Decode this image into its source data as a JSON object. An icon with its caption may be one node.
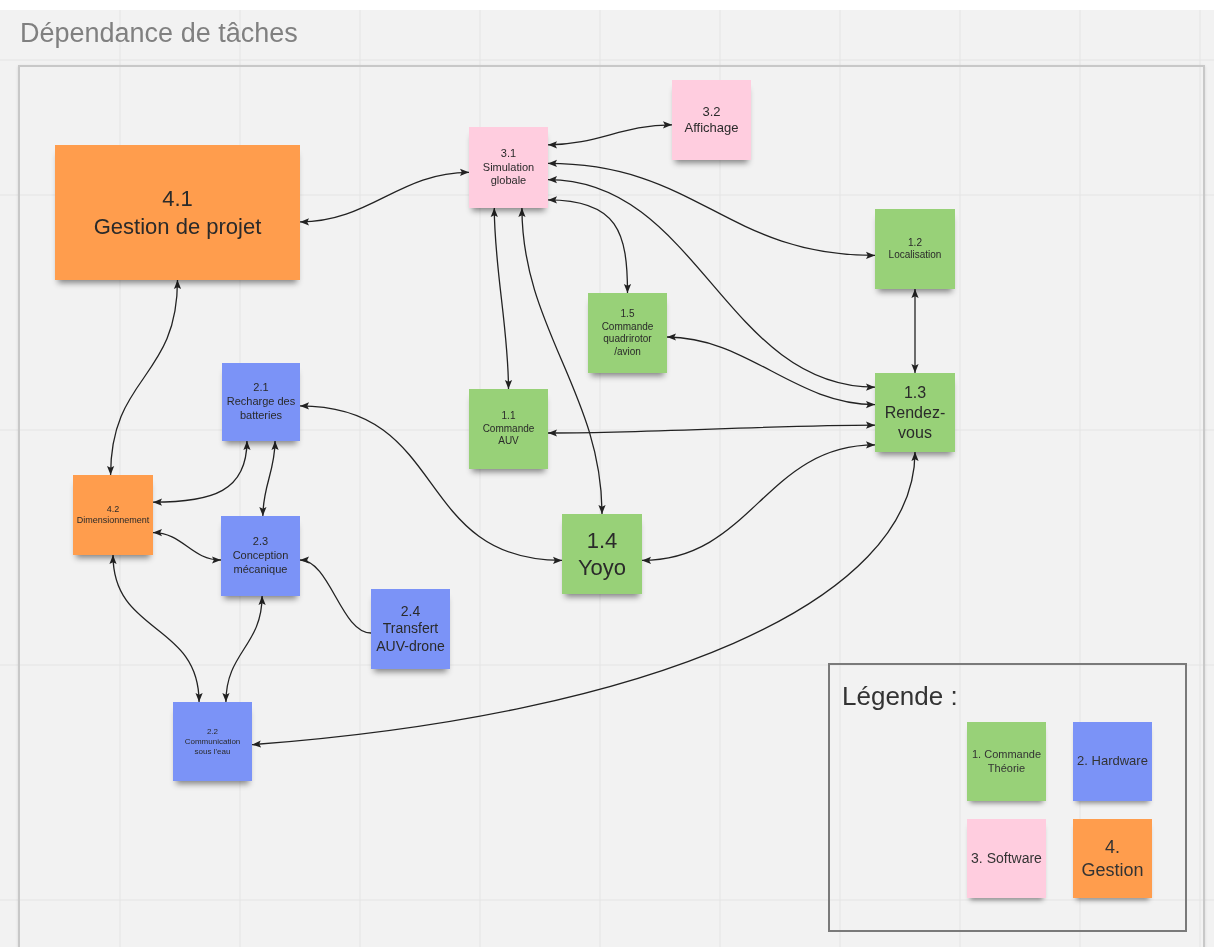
{
  "diagram": {
    "title": "Dépendance de tâches",
    "nodes": [
      {
        "text": [
          "4.1",
          "Gestion de projet"
        ]
      },
      {
        "text": [
          "3.1",
          "Simulation globale"
        ]
      },
      {
        "text": [
          "3.2",
          "Affichage"
        ]
      },
      {
        "text": [
          "1.2",
          "Localisation"
        ]
      },
      {
        "text": [
          "1.5",
          "Commande quadrirotor /avion"
        ]
      },
      {
        "text": [
          "2.1",
          "Recharge des batteries"
        ]
      },
      {
        "text": [
          "1.1",
          "Commande AUV"
        ]
      },
      {
        "text": [
          "1.3",
          "Rendez-vous"
        ]
      },
      {
        "text": [
          "4.2",
          "Dimensionnement"
        ]
      },
      {
        "text": [
          "2.3",
          "Conception mécanique"
        ]
      },
      {
        "text": [
          "1.4",
          "Yoyo"
        ]
      },
      {
        "text": [
          "2.4",
          "Transfert AUV-drone"
        ]
      },
      {
        "text": [
          "2.2",
          "Communication sous l'eau"
        ]
      }
    ],
    "edges": [
      {
        "from": 0,
        "to": 1,
        "arrow": "both"
      },
      {
        "from": 1,
        "to": 2,
        "arrow": "both"
      },
      {
        "from": 1,
        "to": 3,
        "arrow": "both"
      },
      {
        "from": 1,
        "to": 7,
        "arrow": "both"
      },
      {
        "from": 1,
        "to": 4,
        "arrow": "both"
      },
      {
        "from": 1,
        "to": 6,
        "arrow": "both"
      },
      {
        "from": 1,
        "to": 10,
        "arrow": "both"
      },
      {
        "from": 4,
        "to": 7,
        "arrow": "both"
      },
      {
        "from": 6,
        "to": 7,
        "arrow": "both"
      },
      {
        "from": 10,
        "to": 7,
        "arrow": "both"
      },
      {
        "from": 12,
        "to": 7,
        "arrow": "both"
      },
      {
        "from": 0,
        "to": 8,
        "arrow": "both"
      },
      {
        "from": 5,
        "to": 8,
        "arrow": "both"
      },
      {
        "from": 5,
        "to": 9,
        "arrow": "both"
      },
      {
        "from": 8,
        "to": 9,
        "arrow": "both"
      },
      {
        "from": 11,
        "to": 9,
        "arrow": "to"
      },
      {
        "from": 8,
        "to": 12,
        "arrow": "both"
      },
      {
        "from": 9,
        "to": 12,
        "arrow": "both"
      },
      {
        "from": 5,
        "to": 10,
        "arrow": "both"
      },
      {
        "from": 3,
        "to": 7,
        "arrow": "both"
      }
    ],
    "labels": [
      "Légende :"
    ],
    "legend": [
      {
        "text": "1. Commande Théorie",
        "color": "#98d178"
      },
      {
        "text": "2. Hardware",
        "color": "#7b93f7"
      },
      {
        "text": "3. Software",
        "color": "#ffcddf"
      },
      {
        "text": "4. Gestion",
        "color": "#ff9d4d"
      }
    ]
  }
}
